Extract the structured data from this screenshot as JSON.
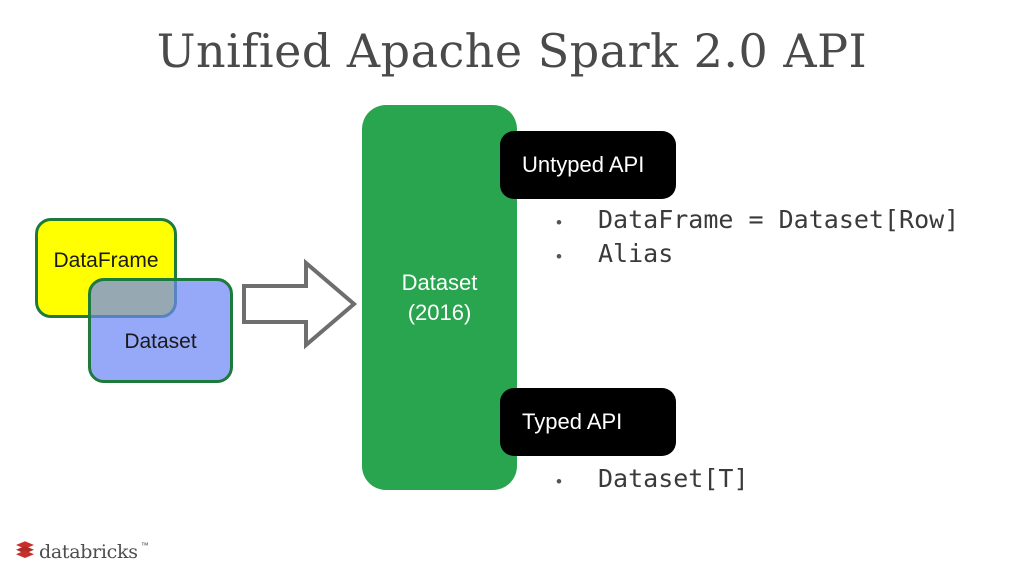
{
  "slide": {
    "title": "Unified Apache Spark 2.0 API",
    "background_color": "#ffffff",
    "title_color": "#4a4a4a"
  },
  "venn": {
    "dataframe": {
      "label": "DataFrame",
      "fill_color": "#ffff00",
      "border_color": "#1e7a3c"
    },
    "dataset": {
      "label": "Dataset",
      "fill_color": "#8ca0f5",
      "border_color": "#1e7a3c"
    }
  },
  "arrow": {
    "icon": "right-block-arrow-icon",
    "stroke_color": "#6e6e6e"
  },
  "center": {
    "title": "Dataset",
    "year": "(2016)",
    "fill_color": "#29a44f",
    "text_color": "#ffffff"
  },
  "api_sections": [
    {
      "pill_label": "Untyped API",
      "pill_color": "#000000",
      "pill_text_color": "#ffffff",
      "bullets": [
        "DataFrame = Dataset[Row]",
        "Alias"
      ]
    },
    {
      "pill_label": "Typed API",
      "pill_color": "#000000",
      "pill_text_color": "#ffffff",
      "bullets": [
        "Dataset[T]"
      ]
    }
  ],
  "bullet_glyph": "•",
  "footer": {
    "logo_name": "databricks-logo",
    "wordmark": "databricks",
    "trademark": "™",
    "mark_color": "#c9302c",
    "text_color": "#4d4d4d"
  }
}
